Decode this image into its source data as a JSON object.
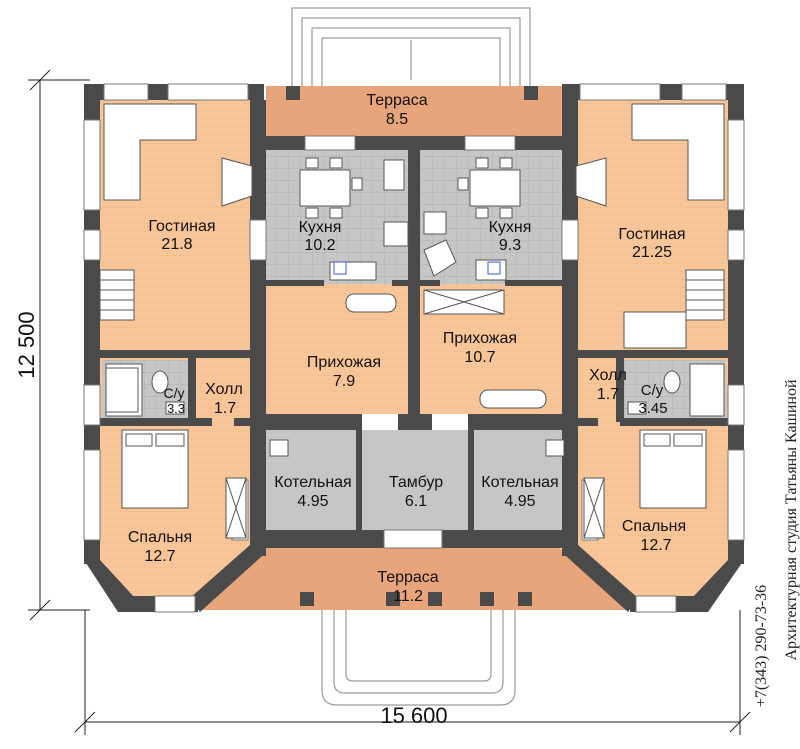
{
  "rooms": {
    "terrace_top": {
      "name": "Терраса",
      "area": "8.5"
    },
    "terrace_bottom": {
      "name": "Терраса",
      "area": "11.2"
    },
    "living_left": {
      "name": "Гостиная",
      "area": "21.8"
    },
    "living_right": {
      "name": "Гостиная",
      "area": "21.25"
    },
    "kitchen_left": {
      "name": "Кухня",
      "area": "10.2"
    },
    "kitchen_right": {
      "name": "Кухня",
      "area": "9.3"
    },
    "hall_entry_left": {
      "name": "Прихожая",
      "area": "7.9"
    },
    "hall_entry_right": {
      "name": "Прихожая",
      "area": "10.7"
    },
    "holl_left": {
      "name": "Холл",
      "area": "1.7"
    },
    "holl_right": {
      "name": "Холл",
      "area": "1.7"
    },
    "wc_left": {
      "name": "С/у",
      "area": "3.3"
    },
    "wc_right": {
      "name": "С/у",
      "area": "3.45"
    },
    "bedroom_left": {
      "name": "Спальня",
      "area": "12.7"
    },
    "bedroom_right": {
      "name": "Спальня",
      "area": "12.7"
    },
    "boiler_left": {
      "name": "Котельная",
      "area": "4.95"
    },
    "boiler_right": {
      "name": "Котельная",
      "area": "4.95"
    },
    "vestibule": {
      "name": "Тамбур",
      "area": "6.1"
    }
  },
  "dimensions": {
    "width": "15 600",
    "height": "12 500"
  },
  "studio": {
    "name": "Архитектурная студия Татьяны Кашиной",
    "phone": "+7(343) 290-73-36"
  },
  "colors": {
    "wall": "#4a4a4a",
    "living_floor": "#f9c89b",
    "terrace_floor": "#e8a47a",
    "tile_floor": "#c9c9c9",
    "fixture_blue": "#3a5bd9"
  }
}
